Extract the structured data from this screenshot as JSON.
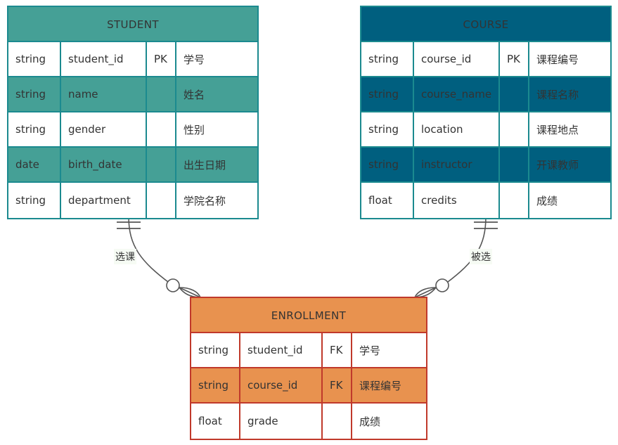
{
  "diagram": {
    "type": "entity-relationship-diagram",
    "notation": "crow's foot",
    "background": "#ffffff",
    "entities": [
      {
        "id": "student",
        "name": "STUDENT",
        "header_color": "#45a096",
        "border_color": "#1b8a8f",
        "attributes": [
          {
            "type": "string",
            "name": "student_id",
            "key": "PK",
            "comment": "学号"
          },
          {
            "type": "string",
            "name": "name",
            "key": "",
            "comment": "姓名"
          },
          {
            "type": "string",
            "name": "gender",
            "key": "",
            "comment": "性别"
          },
          {
            "type": "date",
            "name": "birth_date",
            "key": "",
            "comment": "出生日期"
          },
          {
            "type": "string",
            "name": "department",
            "key": "",
            "comment": "学院名称"
          }
        ]
      },
      {
        "id": "course",
        "name": "COURSE",
        "header_color": "#005f7f",
        "border_color": "#1b8a8f",
        "attributes": [
          {
            "type": "string",
            "name": "course_id",
            "key": "PK",
            "comment": "课程编号"
          },
          {
            "type": "string",
            "name": "course_name",
            "key": "",
            "comment": "课程名称"
          },
          {
            "type": "string",
            "name": "location",
            "key": "",
            "comment": "课程地点"
          },
          {
            "type": "string",
            "name": "instructor",
            "key": "",
            "comment": "开课教师"
          },
          {
            "type": "float",
            "name": "credits",
            "key": "",
            "comment": "成绩"
          }
        ]
      },
      {
        "id": "enrollment",
        "name": "ENROLLMENT",
        "header_color": "#e8924f",
        "border_color": "#c0392b",
        "attributes": [
          {
            "type": "string",
            "name": "student_id",
            "key": "FK",
            "comment": "学号"
          },
          {
            "type": "string",
            "name": "course_id",
            "key": "FK",
            "comment": "课程编号"
          },
          {
            "type": "float",
            "name": "grade",
            "key": "",
            "comment": "成绩"
          }
        ]
      }
    ],
    "relationships": [
      {
        "id": "student-enrollment",
        "label": "选课",
        "from": "STUDENT",
        "to": "ENROLLMENT",
        "from_cardinality": "exactly-one",
        "to_cardinality": "zero-or-many"
      },
      {
        "id": "course-enrollment",
        "label": "被选",
        "from": "COURSE",
        "to": "ENROLLMENT",
        "from_cardinality": "exactly-one",
        "to_cardinality": "zero-or-many"
      }
    ]
  }
}
